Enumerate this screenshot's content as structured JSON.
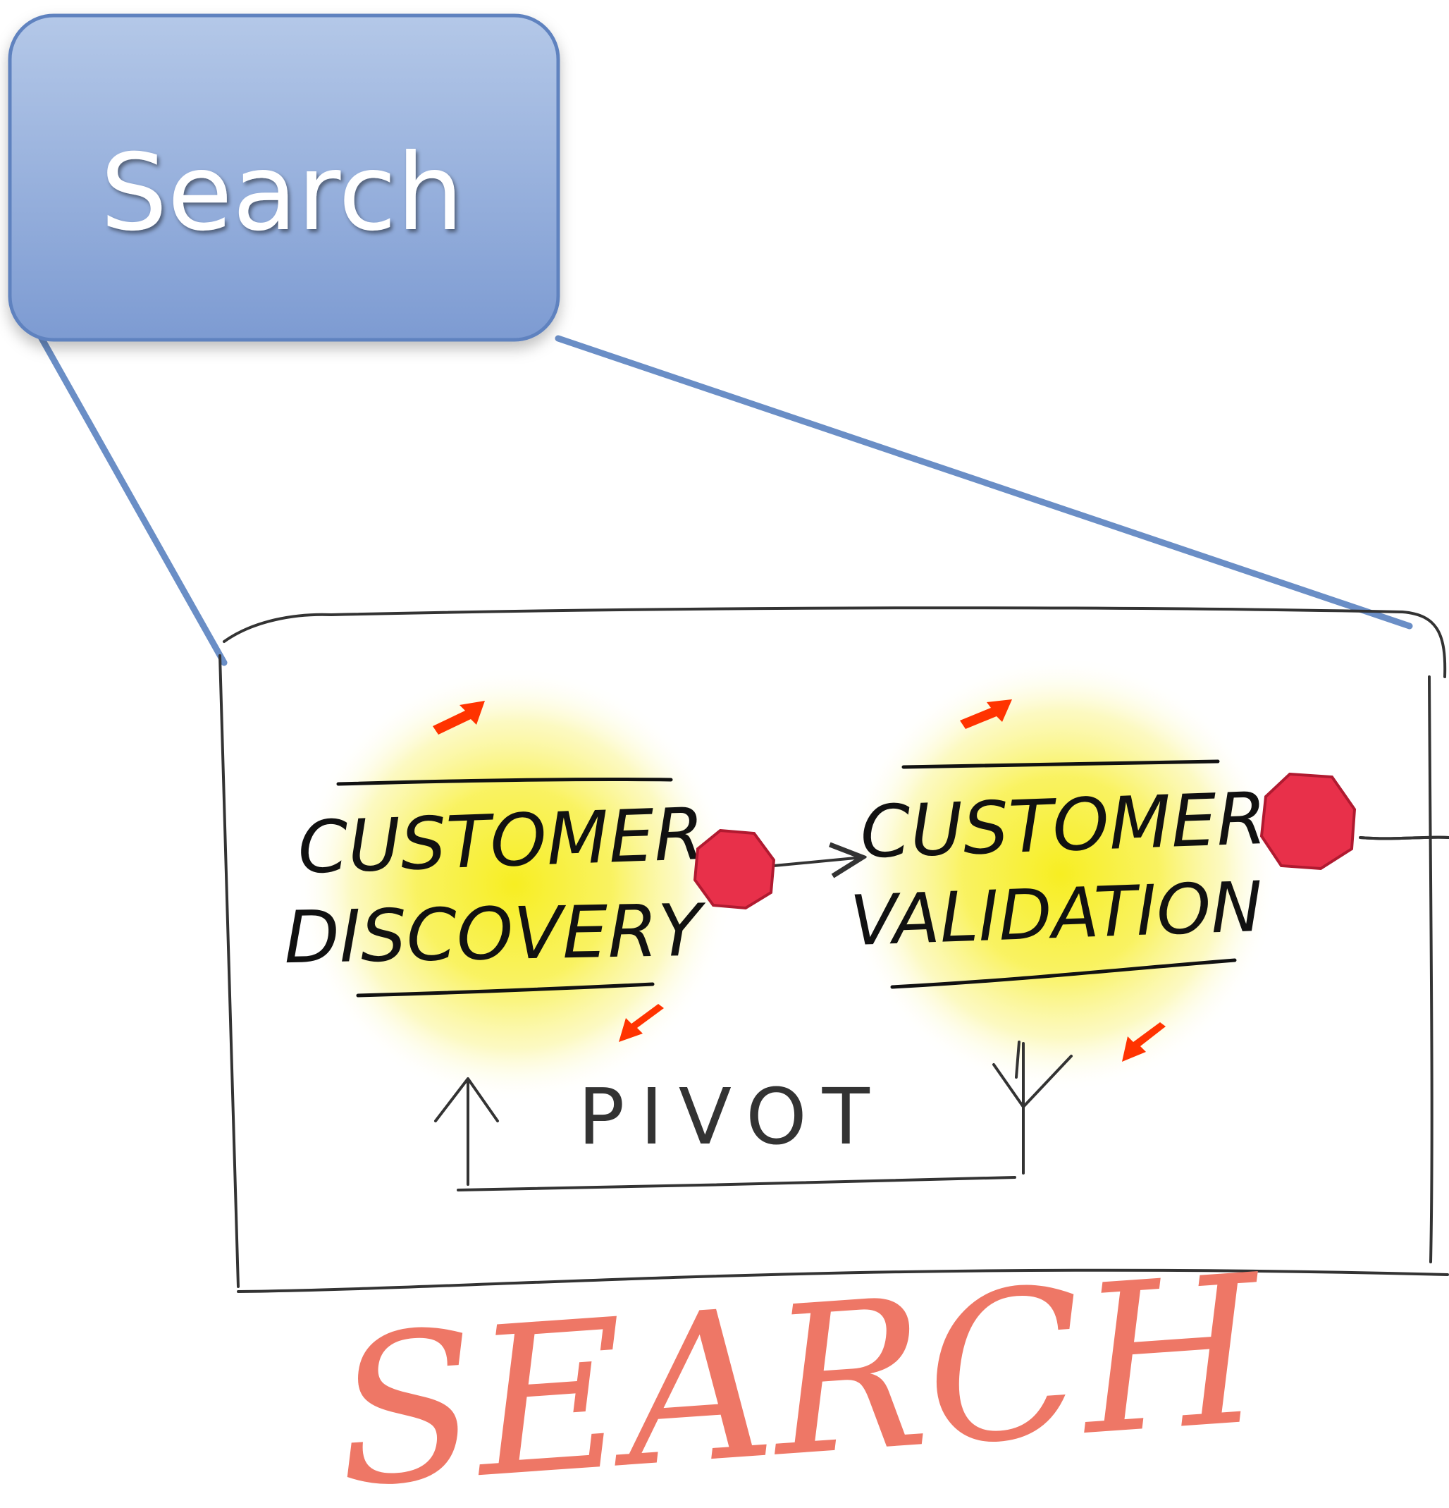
{
  "callout": {
    "label": "Search"
  },
  "stages": [
    {
      "line1": "CUSTOMER",
      "line2": "DISCOVERY"
    },
    {
      "line1": "CUSTOMER",
      "line2": "VALIDATION"
    }
  ],
  "loop": {
    "label": "PIVOT"
  },
  "caption": {
    "label": "SEARCH"
  },
  "colors": {
    "callout_fill_top": "#aec4e6",
    "callout_fill_bottom": "#7f9ed4",
    "callout_border": "#5b7fbd",
    "connector_line": "#6b8fc7",
    "glow_yellow": "#f6ee2e",
    "stop_red": "#e8304a",
    "arrow_red": "#ff3300",
    "sketch_line": "#333333",
    "caption_salmon": "#ee7766"
  },
  "icons": {
    "stop": "stop-octagon-icon",
    "cycle_arrow": "red-arrow-icon"
  }
}
